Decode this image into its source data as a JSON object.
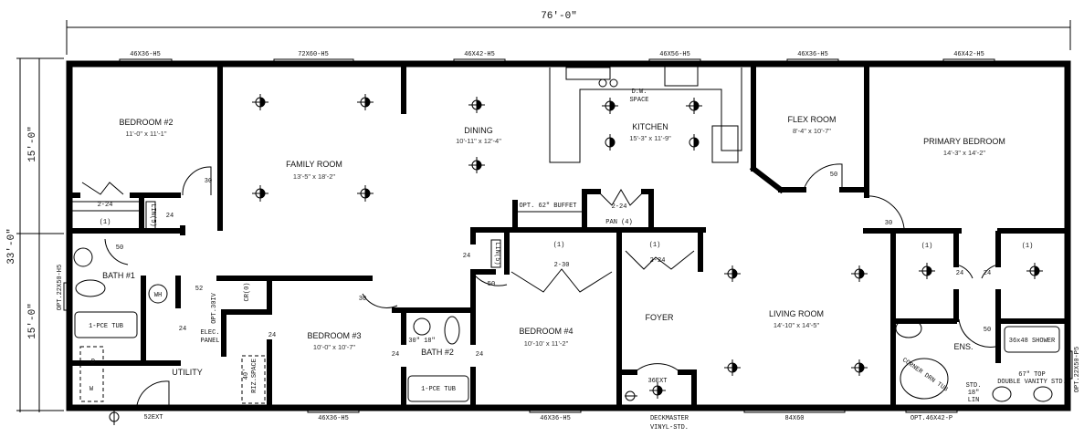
{
  "dimensions": {
    "overall_width": "76'-0\"",
    "overall_depth": "33'-0\"",
    "upper_depth": "15'-0\"",
    "lower_depth": "15'-0\""
  },
  "rooms": {
    "bedroom2": {
      "name": "BEDROOM #2",
      "size": "11'-0\" x 11'-1\""
    },
    "family": {
      "name": "FAMILY ROOM",
      "size": "13'-5\" x 18'-2\""
    },
    "dining": {
      "name": "DINING",
      "size": "10'-11\" x 12'-4\""
    },
    "kitchen": {
      "name": "KITCHEN",
      "size": "15'-3\" x 11'-9\""
    },
    "flex": {
      "name": "FLEX ROOM",
      "size": "8'-4\" x 10'-7\""
    },
    "primary": {
      "name": "PRIMARY BEDROOM",
      "size": "14'-3\" x 14'-2\""
    },
    "bath1": {
      "name": "BATH #1"
    },
    "utility": {
      "name": "UTILITY"
    },
    "bedroom3": {
      "name": "BEDROOM #3",
      "size": "10'-0\" x 10'-7\""
    },
    "bath2": {
      "name": "BATH #2"
    },
    "bedroom4": {
      "name": "BEDROOM #4",
      "size": "10'-10' x 11'-2\""
    },
    "foyer": {
      "name": "FOYER"
    },
    "living": {
      "name": "LIVING ROOM",
      "size": "14'-10\" x 14'-5\""
    },
    "ens": {
      "name": "ENS."
    }
  },
  "windows": {
    "top": [
      "46X36-H5",
      "72X60-H5",
      "46X42-H5",
      "46X56-H5",
      "46X36-H5",
      "46X42-H5"
    ],
    "bottom": [
      "52EXT",
      "46X36-H5",
      "46X36-H5",
      "84X60",
      "OPT.46X42-P"
    ],
    "left": "OPT.22X50-H5",
    "right": "OPT.22X50-P5"
  },
  "notes": {
    "dw_space": [
      "D.W.",
      "SPACE"
    ],
    "buffet": "OPT. 62\" BUFFET",
    "deckmaster": [
      "DECKMASTER",
      "VINYL-STD."
    ],
    "closet_2_24": "2-24",
    "closet_2_30": "2-30",
    "shelf": "(1)",
    "lin5": "LIN(5)",
    "pan": "PAN (4)",
    "wh": "WH",
    "tub": "1-PCE TUB",
    "elec_panel": [
      "ELEC.",
      "PANEL"
    ],
    "opt_30iv": "OPT.30IV",
    "cr": "CR(0)",
    "riz_space": [
      "40'",
      "RIZ.SPACE"
    ],
    "washer": "W",
    "dryer": "D",
    "lav": "30\" 18\"",
    "door_24": "24",
    "door_30": "30",
    "door_50": "50",
    "door_52": "52",
    "ext_36": "36EXT",
    "shower": "36x48 SHOWER",
    "corner_tub": "CORNER DRN TUB",
    "vanity": [
      "67\" TOP",
      "DOUBLE VANITY STD."
    ],
    "lin18": [
      "STD.",
      "18\"",
      "LIN"
    ]
  }
}
